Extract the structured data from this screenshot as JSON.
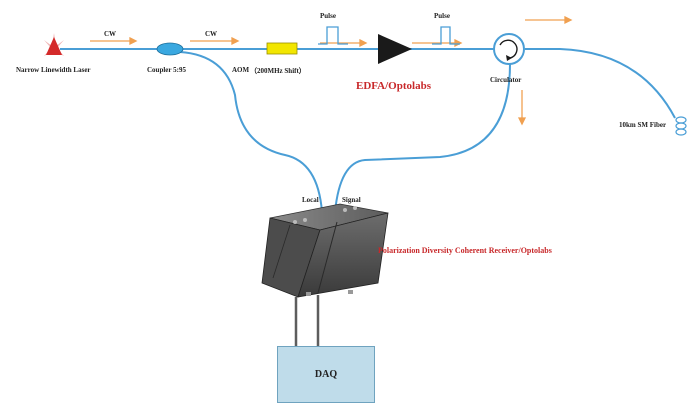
{
  "labels": {
    "laser": "Narrow Linewidth Laser",
    "coupler": "Coupler 5:95",
    "aom": "AOM",
    "shift": "（200MHz Shift）",
    "edfa": "EDFA/Optolabs",
    "circulator": "Circulator",
    "fiber": "10km SM Fiber",
    "local": "Local",
    "signal": "Signal",
    "receiver": "Polarization Diversity Coherent Receiver/Optolabs",
    "daq": "DAQ",
    "cw_1": "CW",
    "cw_2": "CW",
    "pulse_1": "Pulse",
    "pulse_2": "Pulse"
  },
  "colors": {
    "fiber": "#4a9ed6",
    "arrow": "#f0a050",
    "laser": "#d42a2a",
    "coupler": "#3aa8e0",
    "aom": "#f2e600",
    "edfa": "#1a1a1a",
    "label_red": "#c8282a",
    "daq_fill": "#bfdcea"
  }
}
